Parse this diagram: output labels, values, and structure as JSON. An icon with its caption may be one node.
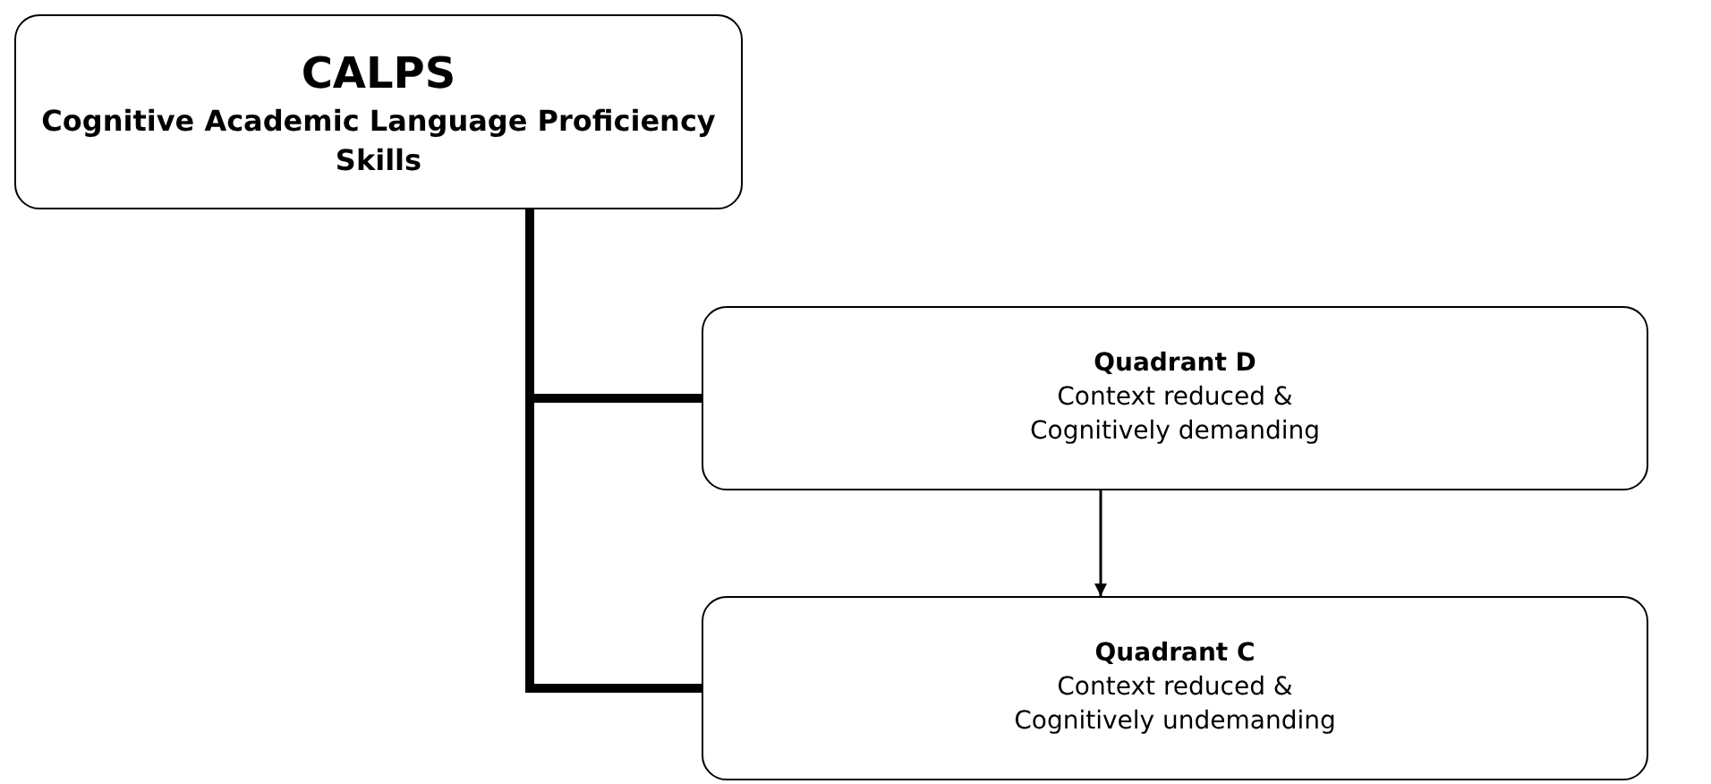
{
  "diagram": {
    "nodes": [
      {
        "text": [
          "CALPS",
          "Cognitive Academic Language Proficiency Skills"
        ]
      },
      {
        "text": [
          "Quadrant D",
          "Context reduced & Cognitively demanding"
        ]
      },
      {
        "text": [
          "Quadrant C",
          "Context reduced & Cognitively undemanding"
        ]
      }
    ],
    "edges": [
      {
        "from": 0,
        "to": 1,
        "arrow": "none"
      },
      {
        "from": 0,
        "to": 2,
        "arrow": "none"
      },
      {
        "from": 1,
        "to": 2,
        "arrow": "to"
      }
    ]
  }
}
